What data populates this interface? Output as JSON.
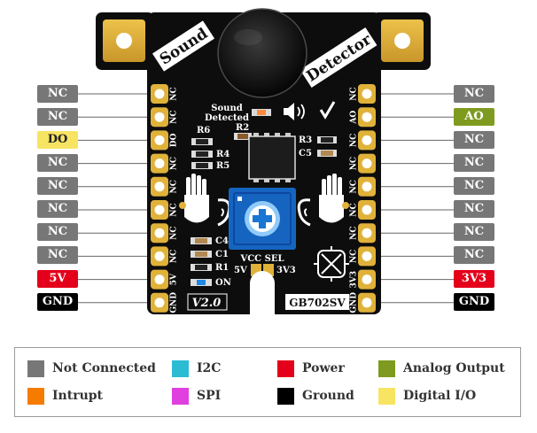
{
  "board": {
    "title_left": "Sound",
    "title_right": "Detector",
    "led_caption_1": "Sound",
    "led_caption_2": "Detected",
    "version": "V2.0",
    "part_number": "GB702SV",
    "vcc_sel": "VCC SEL",
    "opt_5v": "5V",
    "opt_3v3": "3V3",
    "on_label": "ON",
    "components": {
      "r6": "R6",
      "r2": "R2",
      "r4": "R4",
      "r5": "R5",
      "r3": "R3",
      "c5": "C5",
      "c4": "C4",
      "c1": "C1",
      "r1": "R1"
    },
    "left_silk": [
      "NC",
      "NC",
      "DO",
      "NC",
      "NC",
      "NC",
      "NC",
      "NC",
      "5V",
      "GND"
    ],
    "right_silk": [
      "NC",
      "AO",
      "NC",
      "NC",
      "NC",
      "NC",
      "NC",
      "NC",
      "3V3",
      "GND"
    ]
  },
  "pins": {
    "left": [
      {
        "label": "NC",
        "color": "#777777",
        "text_color": "#ffffff"
      },
      {
        "label": "NC",
        "color": "#777777",
        "text_color": "#ffffff"
      },
      {
        "label": "DO",
        "color": "#f7e463",
        "text_color": "#222222"
      },
      {
        "label": "NC",
        "color": "#777777",
        "text_color": "#ffffff"
      },
      {
        "label": "NC",
        "color": "#777777",
        "text_color": "#ffffff"
      },
      {
        "label": "NC",
        "color": "#777777",
        "text_color": "#ffffff"
      },
      {
        "label": "NC",
        "color": "#777777",
        "text_color": "#ffffff"
      },
      {
        "label": "NC",
        "color": "#777777",
        "text_color": "#ffffff"
      },
      {
        "label": "5V",
        "color": "#e4001b",
        "text_color": "#ffffff"
      },
      {
        "label": "GND",
        "color": "#000000",
        "text_color": "#ffffff"
      }
    ],
    "right": [
      {
        "label": "NC",
        "color": "#777777",
        "text_color": "#ffffff"
      },
      {
        "label": "AO",
        "color": "#7e9b1f",
        "text_color": "#ffffff"
      },
      {
        "label": "NC",
        "color": "#777777",
        "text_color": "#ffffff"
      },
      {
        "label": "NC",
        "color": "#777777",
        "text_color": "#ffffff"
      },
      {
        "label": "NC",
        "color": "#777777",
        "text_color": "#ffffff"
      },
      {
        "label": "NC",
        "color": "#777777",
        "text_color": "#ffffff"
      },
      {
        "label": "NC",
        "color": "#777777",
        "text_color": "#ffffff"
      },
      {
        "label": "NC",
        "color": "#777777",
        "text_color": "#ffffff"
      },
      {
        "label": "3V3",
        "color": "#e4001b",
        "text_color": "#ffffff"
      },
      {
        "label": "GND",
        "color": "#000000",
        "text_color": "#ffffff"
      }
    ]
  },
  "legend": {
    "items": [
      {
        "label": "Not Connected",
        "color": "#777777"
      },
      {
        "label": "I2C",
        "color": "#2bbcd4"
      },
      {
        "label": "Power",
        "color": "#e4001b"
      },
      {
        "label": "Analog Output",
        "color": "#7e9b1f"
      },
      {
        "label": "Intrupt",
        "color": "#f57c00"
      },
      {
        "label": "SPI",
        "color": "#e040e0"
      },
      {
        "label": "Ground",
        "color": "#000000"
      },
      {
        "label": "Digital I/O",
        "color": "#f7e463"
      }
    ]
  },
  "colors": {
    "pcb": "#0d0d0d",
    "pad_gold": "#e0b23a",
    "silk": "#ffffff",
    "pot_blue": "#1565c0"
  }
}
